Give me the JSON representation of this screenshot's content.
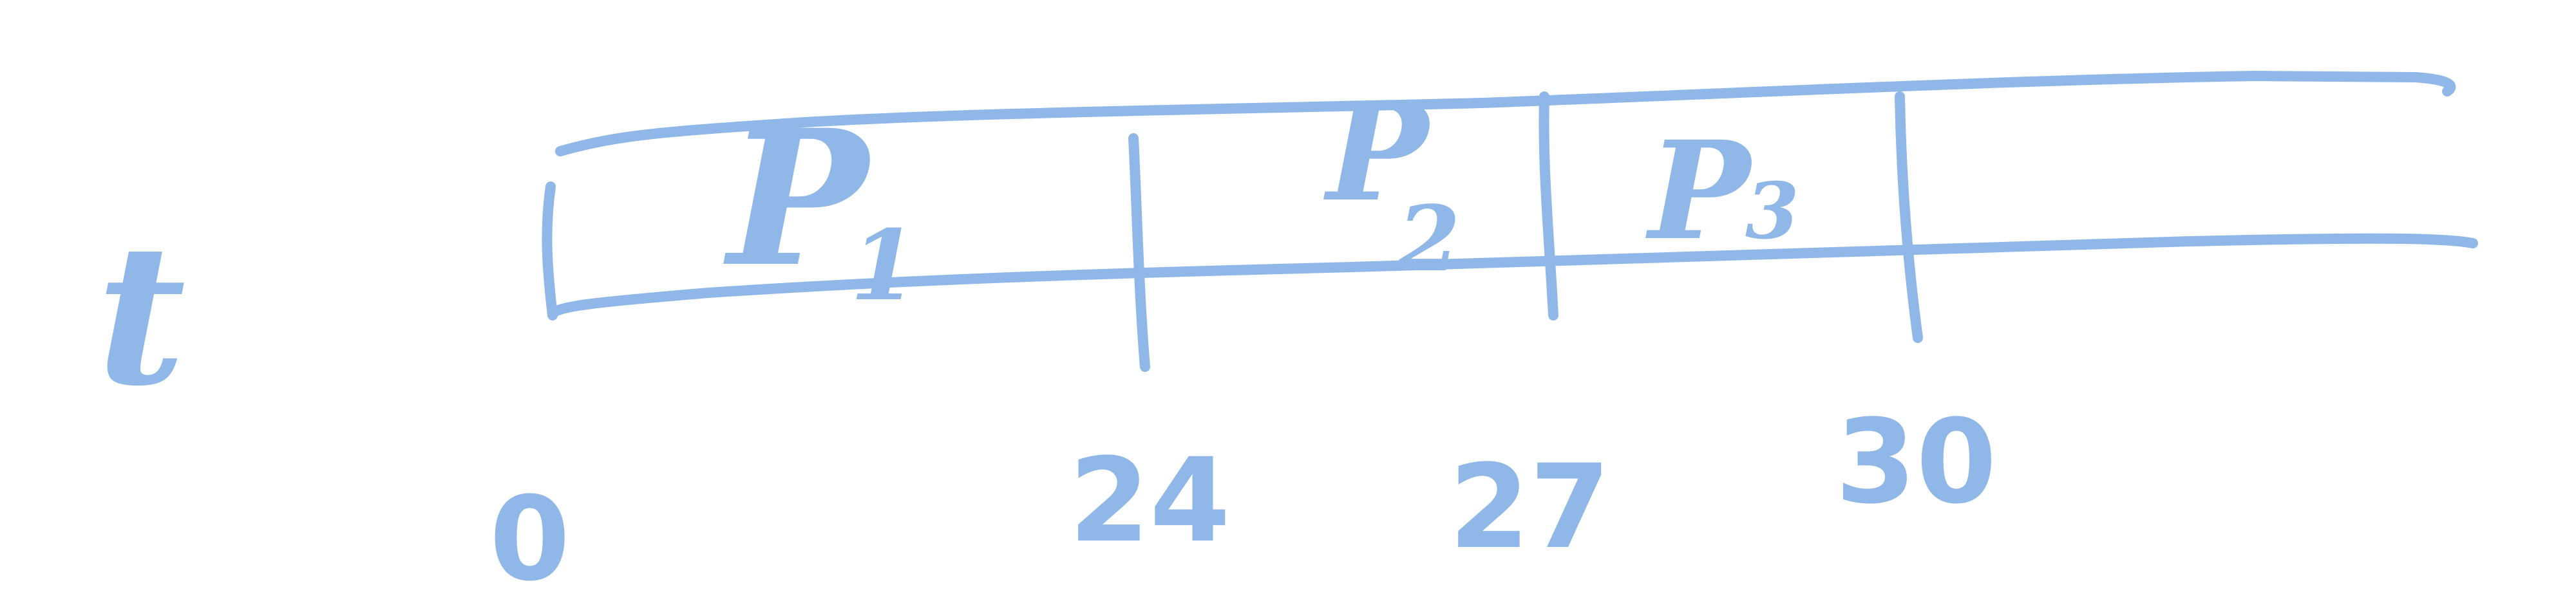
{
  "diagram": {
    "axis_label": "t",
    "processes": [
      {
        "symbol": "P",
        "subscript": "1"
      },
      {
        "symbol": "P",
        "subscript": "2"
      },
      {
        "symbol": "P",
        "subscript": "3"
      }
    ],
    "ticks": [
      "0",
      "24",
      "27",
      "30"
    ],
    "colors": {
      "ink": "#8fb8e8",
      "background": "#ffffff"
    }
  }
}
